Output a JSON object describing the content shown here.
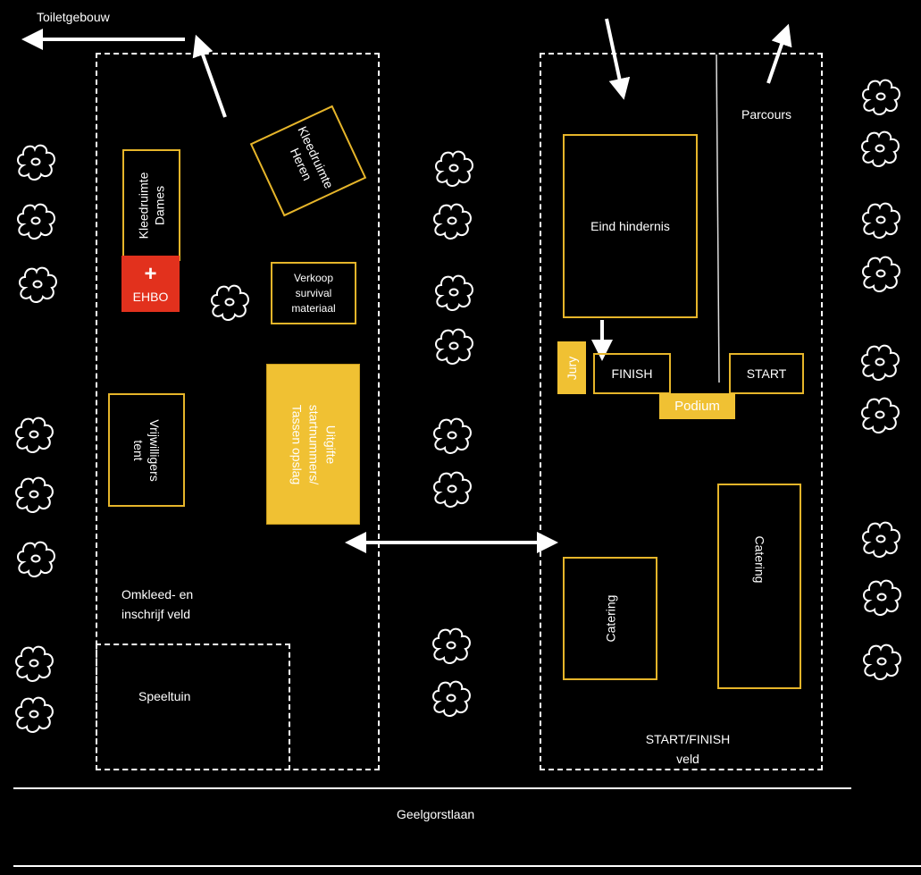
{
  "labels": {
    "toilet": "Toiletgebouw",
    "kleedruimte_dames": [
      "Kleedruimte",
      "Dames"
    ],
    "kleedruimte_heren": [
      "Kleedruimte",
      "Heren"
    ],
    "ehbo": "EHBO",
    "ehbo_cross": "+",
    "verkoop": [
      "Verkoop",
      "survival",
      "materiaal"
    ],
    "vrijwilligers": [
      "Vrijwilligers",
      "tent"
    ],
    "uitgifte": [
      "Uitgifte",
      "startnummers/",
      "Tassen opslag"
    ],
    "omkleed_veld": [
      "Omkleed- en",
      "inschrijf veld"
    ],
    "speeltuin": "Speeltuin",
    "parcours": "Parcours",
    "eind_hindernis": "Eind hindernis",
    "jury": "Jury",
    "finish": "FINISH",
    "start": "START",
    "podium": "Podium",
    "catering_1": "Catering",
    "catering_2": "Catering",
    "start_finish_veld": [
      "START/FINISH",
      "veld"
    ],
    "street": "Geelgorstlaan"
  },
  "colors": {
    "background": "#000000",
    "outline": "#e6b52a",
    "fill_yellow": "#f0c133",
    "ehbo_red": "#e2311d",
    "line": "#ffffff"
  },
  "icons": {
    "tree": "tree-icon",
    "arrow": "arrow-icon"
  }
}
